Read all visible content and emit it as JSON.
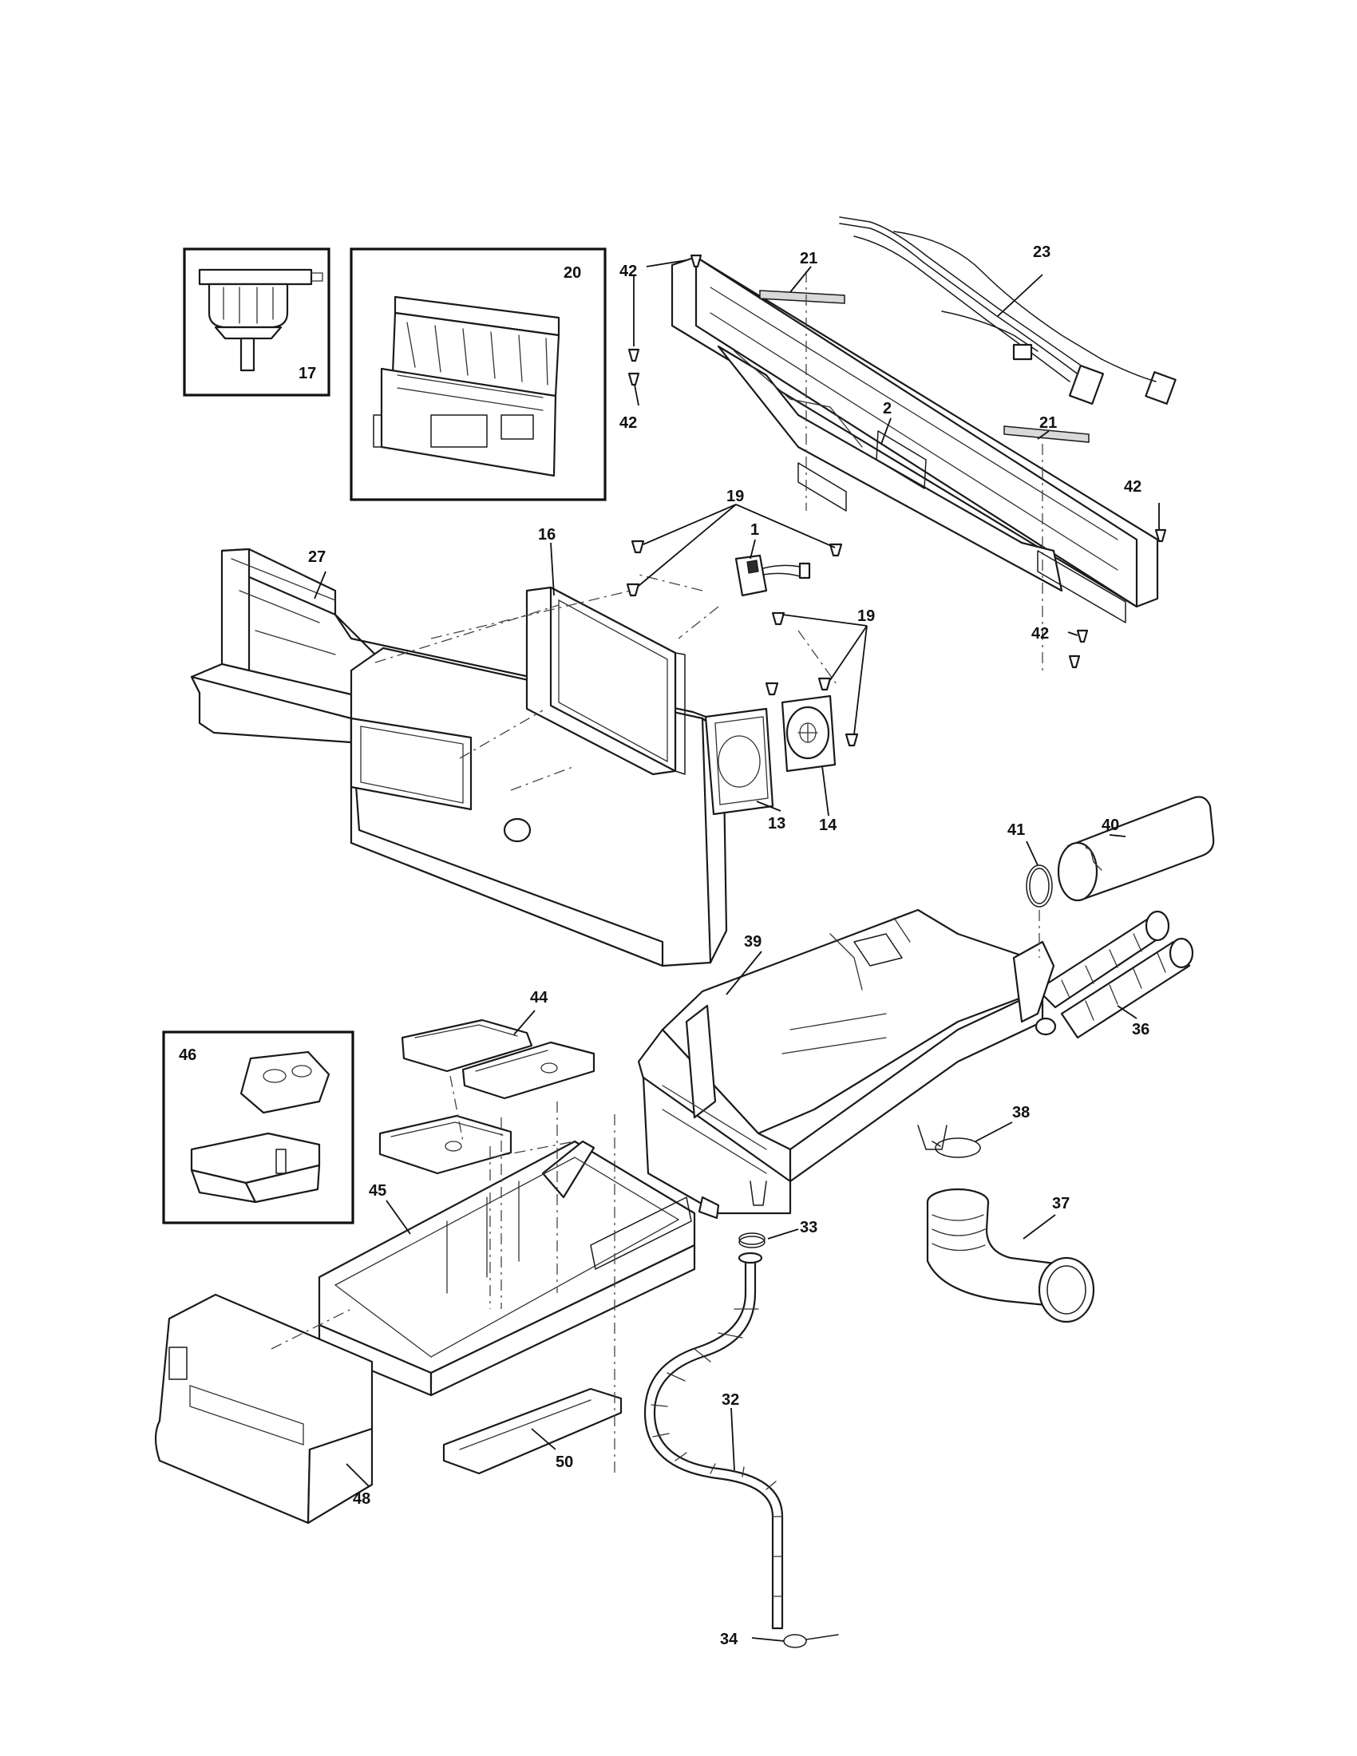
{
  "callouts": {
    "c1": "1",
    "c2": "2",
    "c13": "13",
    "c14": "14",
    "c16": "16",
    "c17": "17",
    "c19a": "19",
    "c19b": "19",
    "c20": "20",
    "c21a": "21",
    "c21b": "21",
    "c23": "23",
    "c27": "27",
    "c32": "32",
    "c33": "33",
    "c34": "34",
    "c36": "36",
    "c37": "37",
    "c38": "38",
    "c39": "39",
    "c40": "40",
    "c41": "41",
    "c42a": "42",
    "c42b": "42",
    "c42c": "42",
    "c42d": "42",
    "c44": "44",
    "c45": "45",
    "c46": "46",
    "c48": "48",
    "c50": "50"
  }
}
